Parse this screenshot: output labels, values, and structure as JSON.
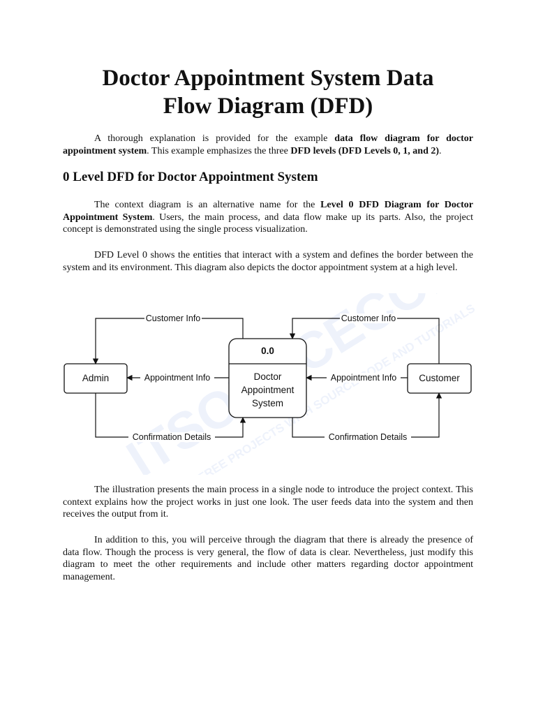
{
  "title": {
    "line1": "Doctor Appointment System Data",
    "line2": "Flow Diagram (DFD)"
  },
  "intro": {
    "t1": "A thorough explanation is provided for the example ",
    "b1": "data flow diagram for doctor appointment system",
    "t2": ". This example emphasizes the three ",
    "b2": "DFD levels (DFD Levels 0, 1, and 2)",
    "t3": "."
  },
  "section_heading": "0 Level DFD for Doctor Appointment System",
  "context_para": {
    "t1": "The context diagram is an alternative name for the ",
    "b1": "Level 0 DFD Diagram for Doctor Appointment System",
    "t2": ". Users, the main process, and data flow make up its parts. Also, the project concept is demonstrated using the single process visualization."
  },
  "level0_para": "DFD Level 0 shows the entities that interact with a system and defines the border between the system and its environment. This diagram also depicts the doctor appointment system at a high level.",
  "diagram": {
    "process_id": "0.0",
    "process_name_1": "Doctor",
    "process_name_2": "Appointment",
    "process_name_3": "System",
    "entity_left": "Admin",
    "entity_right": "Customer",
    "flow_customer_info_left": "Customer Info",
    "flow_customer_info_right": "Customer Info",
    "flow_appointment_info_left": "Appointment Info",
    "flow_appointment_info_right": "Appointment Info",
    "flow_confirmation_left": "Confirmation Details",
    "flow_confirmation_right": "Confirmation Details",
    "watermark_1": "ITSOURCECODE",
    "watermark_2": "FREE PROJECTS WITH SOURCE CODE AND TUTORIALS"
  },
  "closing_para_1": "The illustration presents the main process in a single node to introduce the project context. This context explains how the project works in just one look. The user feeds data into the system and then receives the output from it.",
  "closing_para_2": "In addition to this, you will perceive through the diagram that there is already the presence of data flow. Though the process is very general, the flow of data is clear. Nevertheless, just modify this diagram to meet the other requirements and include other matters regarding doctor appointment management."
}
